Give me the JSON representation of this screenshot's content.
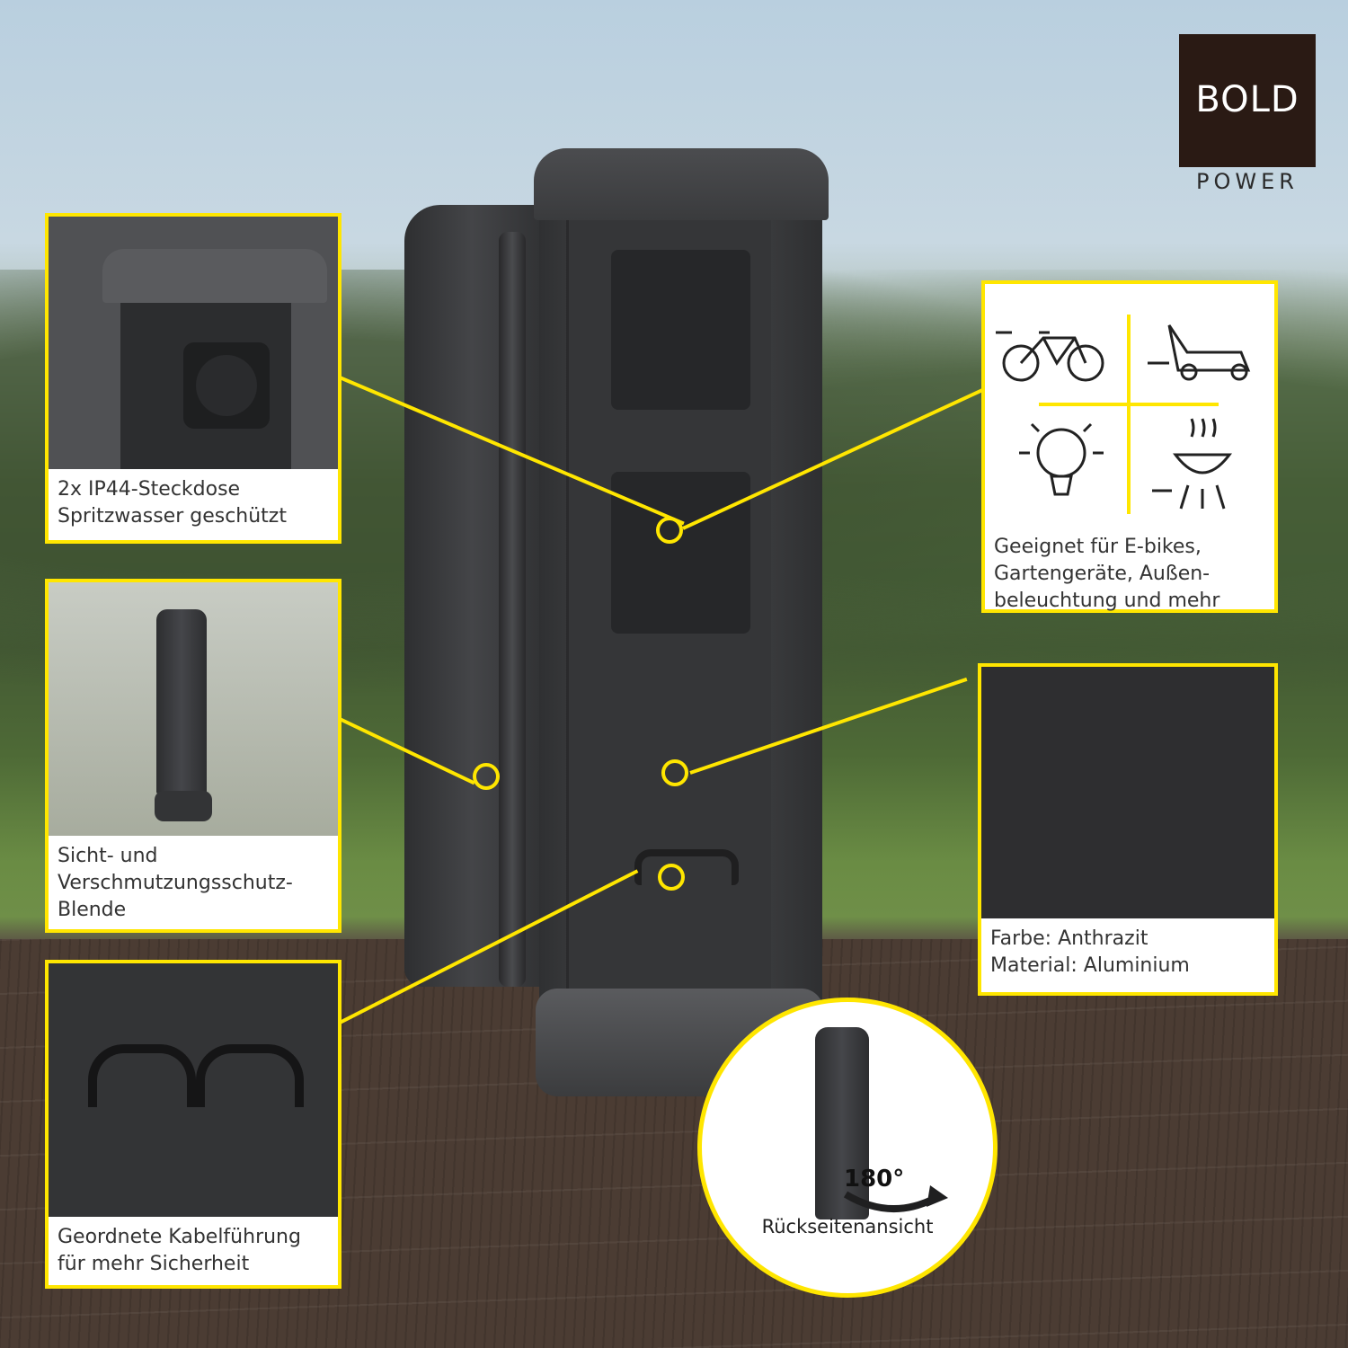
{
  "brand": {
    "logo_top": "BOLD",
    "logo_bottom": "POWER"
  },
  "callouts": {
    "socket": {
      "caption": "2x IP44-Steckdose\nSpritzwasser geschützt"
    },
    "cover": {
      "caption": "Sicht- und\nVerschmutzungsschutz-\nBlende"
    },
    "cable": {
      "caption": "Geordnete Kabelführung\nfür mehr Sicherheit"
    },
    "usage": {
      "caption": "Geeignet für E-bikes,\nGartengeräte, Außen-\nbeleuchtung und mehr",
      "icons": [
        "e-bike-icon",
        "lawnmower-icon",
        "light-bulb-icon",
        "grill-icon"
      ]
    },
    "color": {
      "caption": "Farbe: Anthrazit\nMaterial: Aluminium"
    },
    "back": {
      "rotation": "180°",
      "caption": "Rückseitenansicht"
    }
  },
  "colors": {
    "accent": "#ffe600",
    "product": "#3a3b3d",
    "logo_bg": "#2a1a14"
  }
}
